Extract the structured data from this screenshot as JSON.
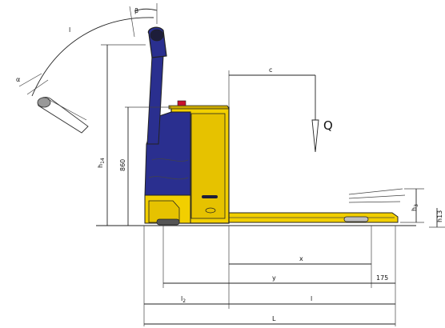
{
  "labels": {
    "beta": "β",
    "l": "l",
    "alpha": "α",
    "h14": "h14",
    "h14_base": "h",
    "h14_sub": "14",
    "val_860": "860",
    "c": "c",
    "q": "Q",
    "h3": "h3",
    "h3_base": "h",
    "h3_sub": "3",
    "h13": "h13",
    "x": "x",
    "y": "y",
    "val_175": "175",
    "l2": "l2",
    "l2_base": "l",
    "l2_sub": "2",
    "l1": "l",
    "L": "L"
  },
  "colors": {
    "body_yellow": "#f2cf00",
    "body_dark_yellow": "#c9a800",
    "chassis_blue": "#2a2f8f",
    "tiller_grip": "#1d1d3a",
    "accent_red": "#c8102e",
    "outline": "#222222"
  }
}
